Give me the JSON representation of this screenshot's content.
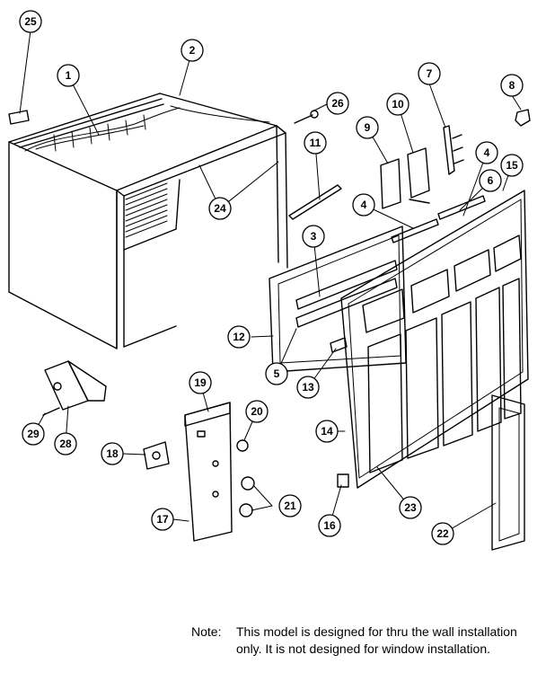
{
  "diagram": {
    "callouts": [
      "25",
      "2",
      "1",
      "26",
      "7",
      "8",
      "10",
      "9",
      "11",
      "4",
      "15",
      "6",
      "4",
      "3",
      "24",
      "12",
      "5",
      "13",
      "14",
      "19",
      "20",
      "29",
      "28",
      "18",
      "21",
      "17",
      "16",
      "23",
      "22"
    ]
  },
  "note": {
    "label": "Note:",
    "text": "This model is designed for thru the wall installation only.  It is not designed for window installation."
  }
}
